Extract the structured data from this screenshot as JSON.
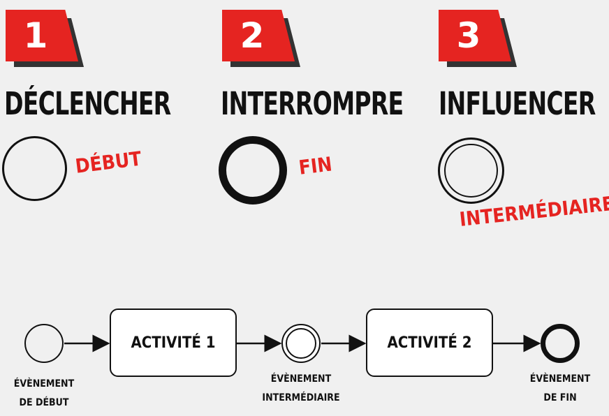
{
  "categories": [
    {
      "number": "1",
      "title": "DÉCLENCHER",
      "event": "DÉBUT"
    },
    {
      "number": "2",
      "title": "INTERROMPRE",
      "event": "FIN"
    },
    {
      "number": "3",
      "title": "INFLUENCER",
      "event": "INTERMÉDIAIRE"
    }
  ],
  "flow": {
    "activity1": "ACTIVITÉ 1",
    "activity2": "ACTIVITÉ 2",
    "start_caption": [
      "ÉVÈNEMENT",
      "DE DÉBUT"
    ],
    "intermediate_caption": [
      "ÉVÈNEMENT",
      "INTERMÉDIAIRE"
    ],
    "end_caption": [
      "ÉVÈNEMENT",
      "DE FIN"
    ]
  },
  "colors": {
    "accent": "#e52421",
    "shadow": "#333333",
    "line": "#111111",
    "background": "#f0f0f0"
  }
}
